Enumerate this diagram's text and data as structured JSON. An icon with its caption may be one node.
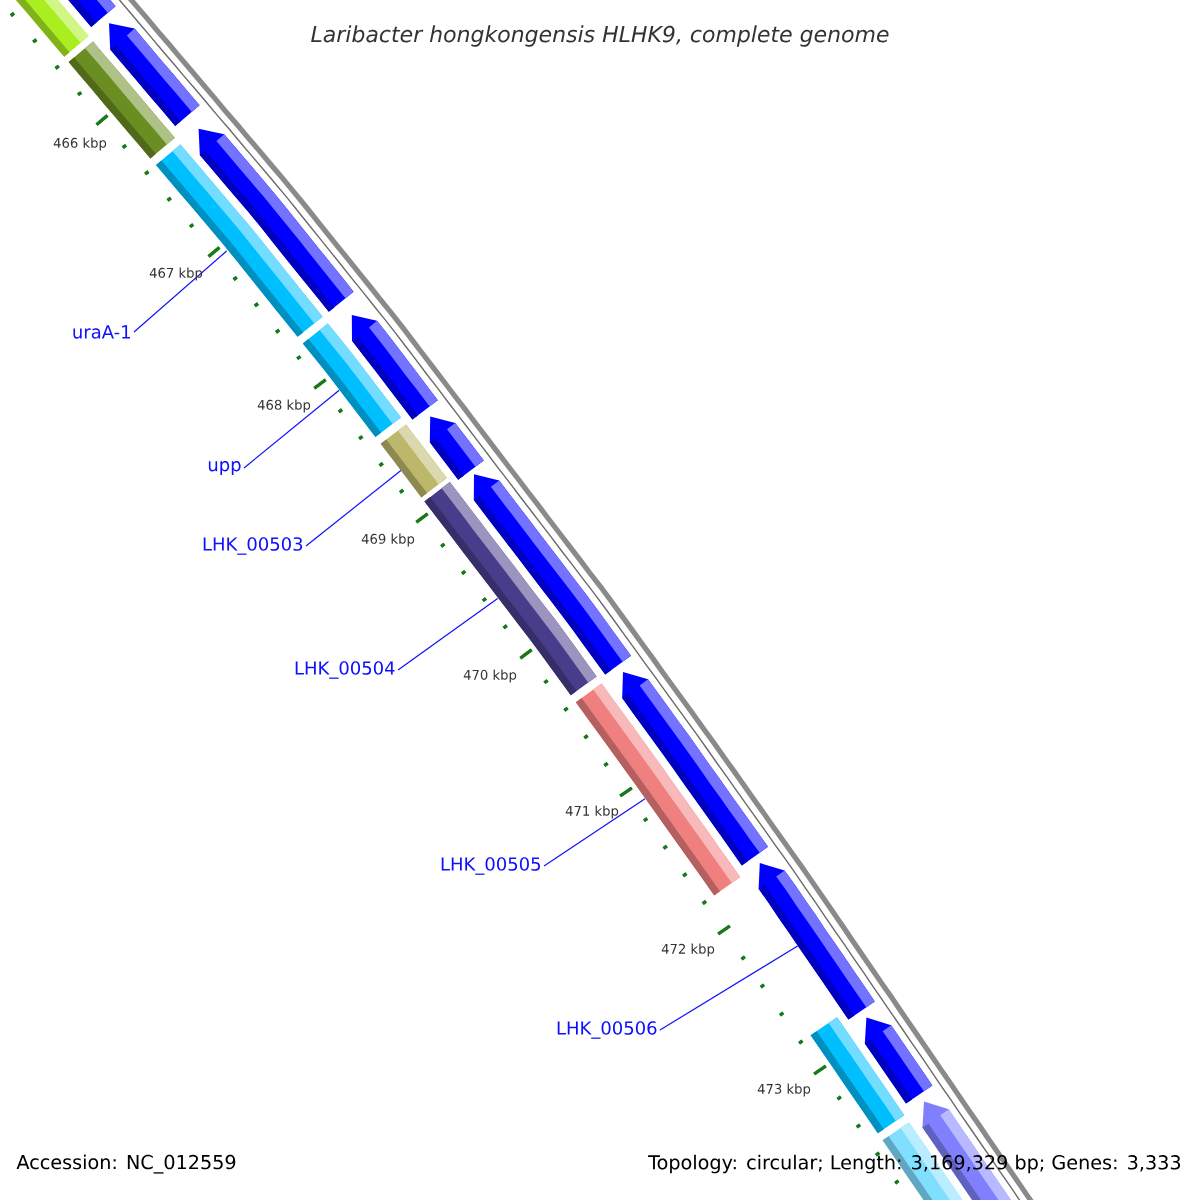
{
  "diagram": {
    "title": "Laribacter hongkongensis HLHK9, complete genome",
    "nodes": [
      {
        "text": [
          "uraA-1"
        ]
      },
      {
        "text": [
          "upp"
        ]
      },
      {
        "text": [
          "LHK_00503"
        ]
      },
      {
        "text": [
          "LHK_00504"
        ]
      },
      {
        "text": [
          "LHK_00505"
        ]
      },
      {
        "text": [
          "LHK_00506"
        ]
      },
      {
        "text": [],
        "shape": "bar"
      },
      {
        "text": [],
        "shape": "pentagon"
      },
      {
        "text": [],
        "shape": "pentagon"
      },
      {
        "text": [],
        "shape": "bar"
      },
      {
        "text": [],
        "shape": "bar"
      },
      {
        "text": [],
        "shape": "pentagon"
      },
      {
        "text": [],
        "shape": "bar"
      },
      {
        "text": [],
        "shape": "pentagon"
      },
      {
        "text": [],
        "shape": "bar"
      },
      {
        "text": [],
        "shape": "pentagon"
      },
      {
        "text": [],
        "shape": "bar"
      },
      {
        "text": [],
        "shape": "pentagon"
      },
      {
        "text": [],
        "shape": "bar"
      },
      {
        "text": [],
        "shape": "pentagon"
      },
      {
        "text": [],
        "shape": "pentagon"
      },
      {
        "text": [],
        "shape": "bar"
      },
      {
        "text": [],
        "shape": "pentagon"
      },
      {
        "text": [],
        "shape": "pentagon"
      },
      {
        "text": [],
        "shape": "bar"
      }
    ],
    "edges": [
      {
        "from": 0,
        "to": 10,
        "arrow": "none"
      },
      {
        "from": 1,
        "to": 12,
        "arrow": "none"
      },
      {
        "from": 2,
        "to": 14,
        "arrow": "none"
      },
      {
        "from": 3,
        "to": 16,
        "arrow": "none"
      },
      {
        "from": 4,
        "to": 18,
        "arrow": "none"
      },
      {
        "from": 5,
        "to": 20,
        "arrow": "none"
      }
    ],
    "labels": [
      "466 kbp",
      "467 kbp",
      "468 kbp",
      "469 kbp",
      "470 kbp",
      "471 kbp",
      "472 kbp",
      "473 kbp",
      "Accession: NC_012559",
      "Topology: circular; Length: 3,169,329 bp; Genes: 3,333"
    ]
  }
}
